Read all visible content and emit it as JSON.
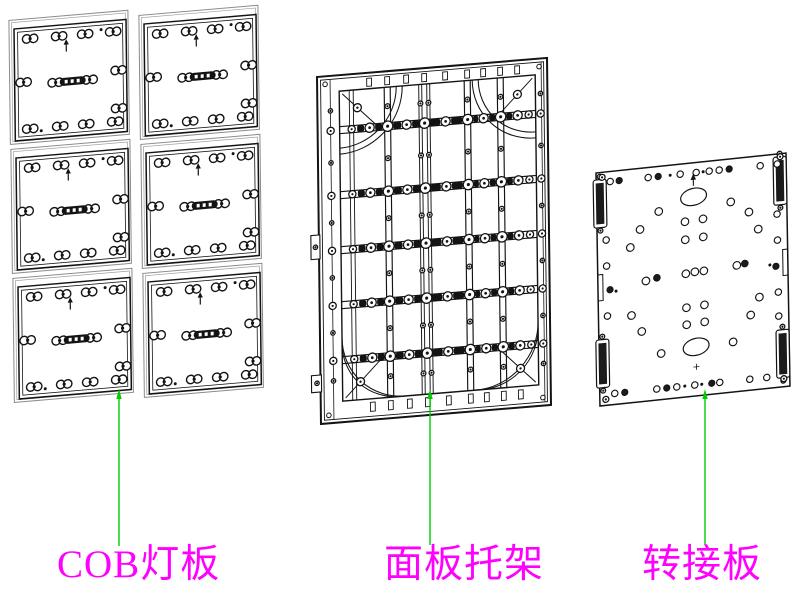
{
  "parts": {
    "cob_panel": {
      "label": "COB灯板",
      "count": 6
    },
    "panel_bracket": {
      "label": "面板托架",
      "count": 1
    },
    "adapter_plate": {
      "label": "转接板",
      "count": 1
    }
  },
  "colors": {
    "background": "#ffffff",
    "drawing_line": "#131313",
    "label_text": "#ff00ff",
    "leader_line": "#00cc00"
  }
}
